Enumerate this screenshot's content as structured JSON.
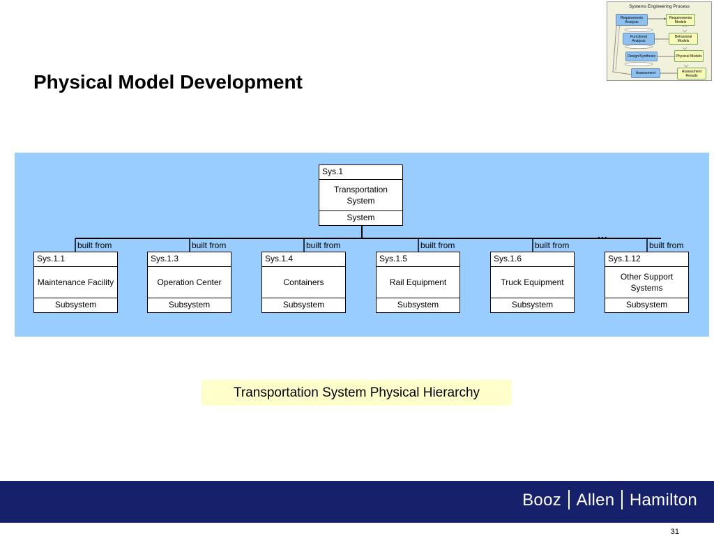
{
  "slide": {
    "title": "Physical Model Development",
    "caption": "Transportation System Physical Hierarchy",
    "page_number": "31"
  },
  "process_thumbnail": {
    "title": "Systems Engineering Process",
    "steps": [
      "Requirements Analysis",
      "Functional Analysis",
      "Design/Synthesis",
      "Assessment"
    ],
    "models": [
      "Requirements Models",
      "Behavioral Models",
      "Physical Models",
      "Assessment Results"
    ],
    "colors": {
      "step": "#8fc1f0",
      "model": "#f8fbb8"
    }
  },
  "diagram": {
    "background": "#99ccff",
    "root": {
      "id": "Sys.1",
      "name": "Transportation System",
      "stereotype": "System"
    },
    "relation_label": "built from",
    "ellipsis": "...",
    "children": [
      {
        "id": "Sys.1.1",
        "name": "Maintenance Facility",
        "stereotype": "Subsystem"
      },
      {
        "id": "Sys.1.3",
        "name": "Operation Center",
        "stereotype": "Subsystem"
      },
      {
        "id": "Sys.1.4",
        "name": "Containers",
        "stereotype": "Subsystem"
      },
      {
        "id": "Sys.1.5",
        "name": "Rail Equipment",
        "stereotype": "Subsystem"
      },
      {
        "id": "Sys.1.6",
        "name": "Truck Equipment",
        "stereotype": "Subsystem"
      },
      {
        "id": "Sys.1.12",
        "name": "Other Support Systems",
        "stereotype": "Subsystem"
      }
    ]
  },
  "footer": {
    "brand_parts": [
      "Booz",
      "Allen",
      "Hamilton"
    ],
    "background": "#17206a"
  }
}
